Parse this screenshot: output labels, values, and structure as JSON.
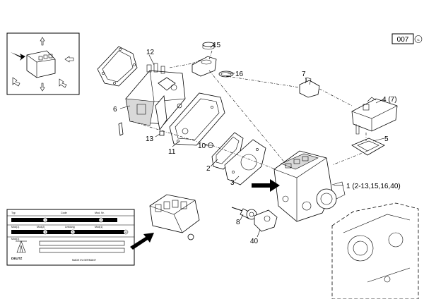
{
  "page_code": "007",
  "copyright_symbol": "©",
  "callouts": [
    {
      "id": "c1",
      "text": "1 (2-13,15,16,40)"
    },
    {
      "id": "c2",
      "text": "2"
    },
    {
      "id": "c3",
      "text": "3"
    },
    {
      "id": "c4",
      "text": "4 (7)"
    },
    {
      "id": "c5",
      "text": "5"
    },
    {
      "id": "c6",
      "text": "6"
    },
    {
      "id": "c7",
      "text": "7"
    },
    {
      "id": "c8",
      "text": "8"
    },
    {
      "id": "c10",
      "text": "10"
    },
    {
      "id": "c11",
      "text": "11"
    },
    {
      "id": "c12",
      "text": "12"
    },
    {
      "id": "c13",
      "text": "13"
    },
    {
      "id": "c15",
      "text": "15"
    },
    {
      "id": "c16",
      "text": "16"
    },
    {
      "id": "c40",
      "text": "40"
    }
  ],
  "nameplate": {
    "brand": "DEUTZ",
    "made_in": "MADE IN GERMANY",
    "markers": [
      "1",
      "2",
      "3",
      "4",
      "5"
    ],
    "row1_labels": [
      "Typ",
      "Code",
      "Mod. Nr."
    ],
    "row2_labels": [
      "Mod(1)",
      "Mod(2)",
      "Leistung",
      "Mod(1)"
    ],
    "row3_label": "Mod(1)"
  },
  "icons": {
    "dark_arrow": "arrow-right-icon",
    "brand_logo": "deutz-logo-icon",
    "copyright": "copyright-icon"
  }
}
